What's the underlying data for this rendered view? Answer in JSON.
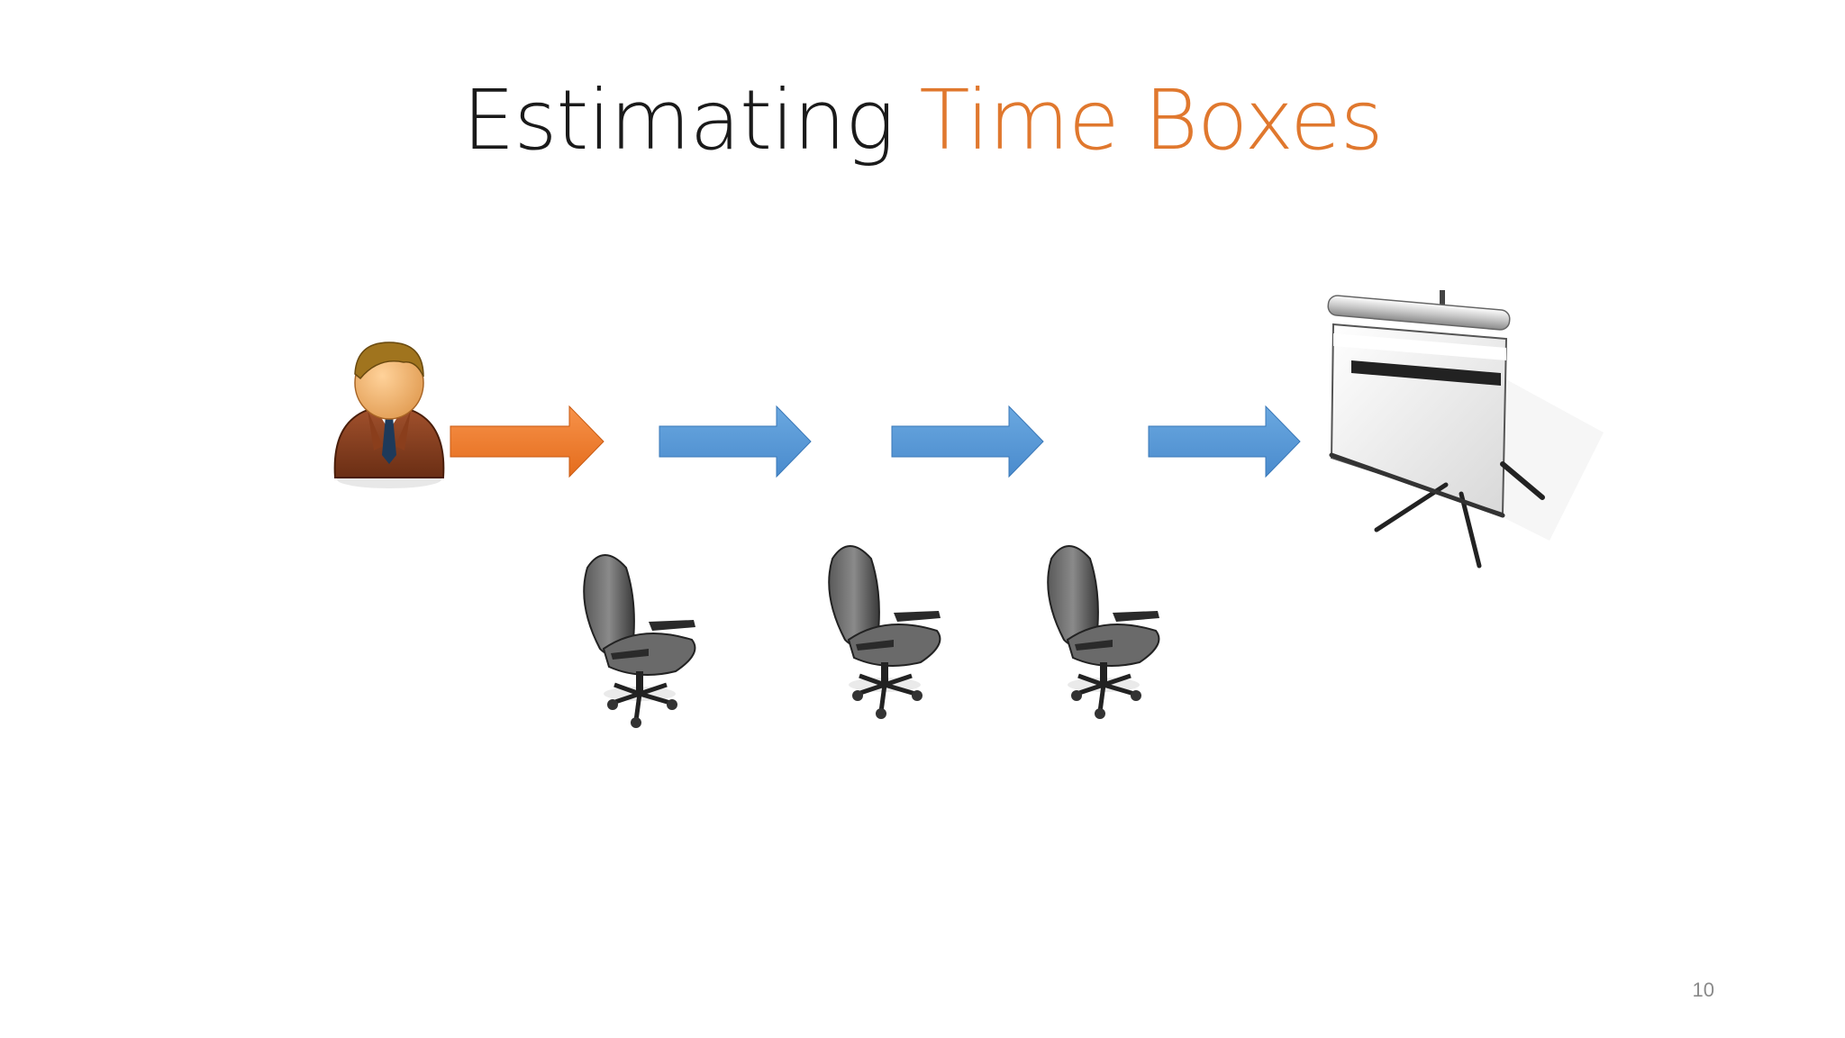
{
  "slide": {
    "title_main": "Estimating",
    "title_accent": "Time Boxes",
    "page_number": "10"
  },
  "colors": {
    "title_text": "#1a1a1a",
    "title_accent": "#e0782e",
    "arrow_orange": "#f07c2c",
    "arrow_blue": "#5b9bd5",
    "chair": "#3a3a3a",
    "page_number": "#8a8a8a"
  },
  "icons": {
    "person": "businessman-icon",
    "arrows": [
      "orange-arrow-icon",
      "blue-arrow-icon",
      "blue-arrow-icon",
      "blue-arrow-icon"
    ],
    "chairs": [
      "office-chair-icon",
      "office-chair-icon",
      "office-chair-icon"
    ],
    "screen": "projection-screen-icon"
  }
}
